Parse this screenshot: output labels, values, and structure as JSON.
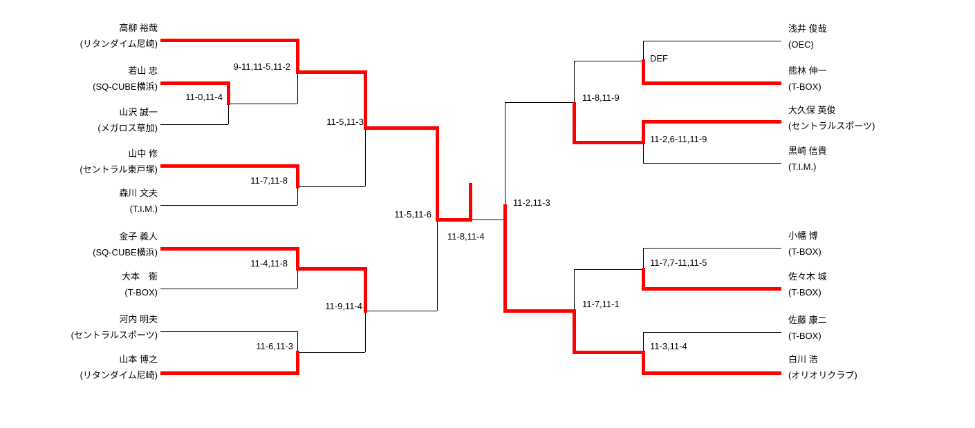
{
  "colors": {
    "winner_path": "#ff0000",
    "line": "#000000",
    "text": "#000000",
    "background": "#ffffff"
  },
  "players": {
    "left": [
      {
        "name": "高柳 裕哉",
        "club": "(リタンダイム尼崎)"
      },
      {
        "name": "若山 忠",
        "club": "(SQ-CUBE横浜)"
      },
      {
        "name": "山沢 誠一",
        "club": "(メガロス草加)"
      },
      {
        "name": "山中 修",
        "club": "(セントラル東戸塚)"
      },
      {
        "name": "森川 文夫",
        "club": "(T.I.M.)"
      },
      {
        "name": "金子 義人",
        "club": "(SQ-CUBE横浜)"
      },
      {
        "name": "大本　衛",
        "club": "(T-BOX)"
      },
      {
        "name": "河内 明夫",
        "club": "(セントラルスポーツ)"
      },
      {
        "name": "山本 博之",
        "club": "(リタンダイム尼崎)"
      }
    ],
    "right": [
      {
        "name": "浅井 俊哉",
        "club": "(OEC)"
      },
      {
        "name": "熊林 伸一",
        "club": "(T-BOX)"
      },
      {
        "name": "大久保 英俊",
        "club": "(セントラルスポーツ)"
      },
      {
        "name": "黒崎 信貴",
        "club": "(T.I.M.)"
      },
      {
        "name": "小幡 博",
        "club": "(T-BOX)"
      },
      {
        "name": "佐々木 城",
        "club": "(T-BOX)"
      },
      {
        "name": "佐藤 康二",
        "club": "(T-BOX)"
      },
      {
        "name": "白川 浩",
        "club": "(オリオリクラブ)"
      }
    ]
  },
  "matches": [
    {
      "round": "left-round1",
      "score": "11-0,11-4",
      "winner": "若山 忠"
    },
    {
      "round": "left-round2-1",
      "score": "9-11,11-5,11-2",
      "winner": "高柳 裕哉"
    },
    {
      "round": "left-round2-2",
      "score": "11-7,11-8",
      "winner": "山中 修"
    },
    {
      "round": "left-round2-3",
      "score": "11-4,11-8",
      "winner": "金子 義人"
    },
    {
      "round": "left-round2-4",
      "score": "11-6,11-3",
      "winner": "山本 博之"
    },
    {
      "round": "left-quarterfinal-1",
      "score": "11-5,11-3",
      "winner": "高柳 裕哉"
    },
    {
      "round": "left-quarterfinal-2",
      "score": "11-9,11-4",
      "winner": "金子 義人"
    },
    {
      "round": "left-semifinal",
      "score": "11-5,11-6",
      "winner": "高柳 裕哉"
    },
    {
      "round": "right-round1-1",
      "score": "DEF",
      "winner": "熊林 伸一"
    },
    {
      "round": "right-round1-2",
      "score": "11-2,6-11,11-9",
      "winner": "大久保 英俊"
    },
    {
      "round": "right-round1-3",
      "score": "11-7,7-11,11-5",
      "winner": "佐々木 城"
    },
    {
      "round": "right-round1-4",
      "score": "11-3,11-4",
      "winner": "白川 浩"
    },
    {
      "round": "right-quarterfinal-1",
      "score": "11-8,11-9",
      "winner": "大久保 英俊"
    },
    {
      "round": "right-quarterfinal-2",
      "score": "11-7,11-1",
      "winner": "白川 浩"
    },
    {
      "round": "right-semifinal",
      "score": "11-2,11-3",
      "winner": "白川 浩"
    },
    {
      "round": "final",
      "score": "11-8,11-4",
      "winner": "高柳 裕哉"
    }
  ],
  "champion": {
    "name": "高柳 裕哉",
    "club": "(リタンダイム尼崎)"
  }
}
